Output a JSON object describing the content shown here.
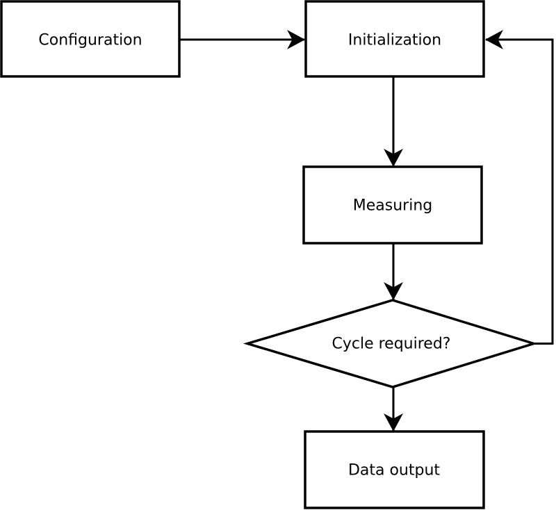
{
  "diagram": {
    "background_color": "#ffffff",
    "stroke_color": "#000000",
    "fill_color": "#ffffff",
    "nodes": [
      {
        "id": "configuration",
        "label": "Configuration",
        "shape": "rectangle"
      },
      {
        "id": "initialization",
        "label": "Initialization",
        "shape": "rectangle"
      },
      {
        "id": "measuring",
        "label": "Measuring",
        "shape": "rectangle"
      },
      {
        "id": "cycle-required",
        "label": "Cycle required?",
        "shape": "diamond"
      },
      {
        "id": "data-output",
        "label": "Data output",
        "shape": "rectangle"
      }
    ],
    "edges": [
      {
        "from": "configuration",
        "to": "initialization",
        "kind": "straight"
      },
      {
        "from": "initialization",
        "to": "measuring",
        "kind": "straight"
      },
      {
        "from": "measuring",
        "to": "cycle-required",
        "kind": "straight"
      },
      {
        "from": "cycle-required",
        "to": "data-output",
        "kind": "straight"
      },
      {
        "from": "cycle-required",
        "to": "initialization",
        "kind": "loop-back"
      }
    ]
  }
}
